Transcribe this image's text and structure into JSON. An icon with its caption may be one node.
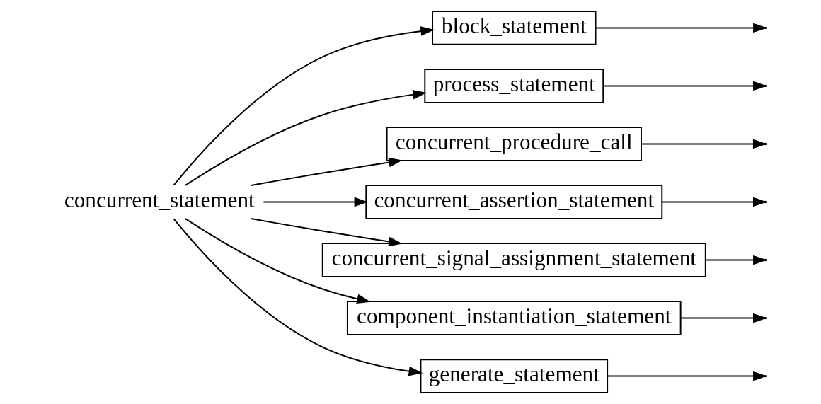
{
  "diagram": {
    "nodes": [
      {
        "text": [
          "concurrent_statement"
        ]
      },
      {
        "text": [
          "block_statement"
        ]
      },
      {
        "text": [
          "process_statement"
        ]
      },
      {
        "text": [
          "concurrent_procedure_call"
        ]
      },
      {
        "text": [
          "concurrent_assertion_statement"
        ]
      },
      {
        "text": [
          "concurrent_signal_assignment_statement"
        ]
      },
      {
        "text": [
          "component_instantiation_statement"
        ]
      },
      {
        "text": [
          "generate_statement"
        ]
      }
    ],
    "edges": [
      {
        "from": 0,
        "to": 1,
        "arrow": "to"
      },
      {
        "from": 0,
        "to": 2,
        "arrow": "to"
      },
      {
        "from": 0,
        "to": 3,
        "arrow": "to"
      },
      {
        "from": 0,
        "to": 4,
        "arrow": "to"
      },
      {
        "from": 0,
        "to": 5,
        "arrow": "to"
      },
      {
        "from": 0,
        "to": 6,
        "arrow": "to"
      },
      {
        "from": 0,
        "to": 7,
        "arrow": "to"
      },
      {
        "from": 1,
        "to": null,
        "arrow": "to"
      },
      {
        "from": 2,
        "to": null,
        "arrow": "to"
      },
      {
        "from": 3,
        "to": null,
        "arrow": "to"
      },
      {
        "from": 4,
        "to": null,
        "arrow": "to"
      },
      {
        "from": 5,
        "to": null,
        "arrow": "to"
      },
      {
        "from": 6,
        "to": null,
        "arrow": "to"
      },
      {
        "from": 7,
        "to": null,
        "arrow": "to"
      }
    ]
  }
}
